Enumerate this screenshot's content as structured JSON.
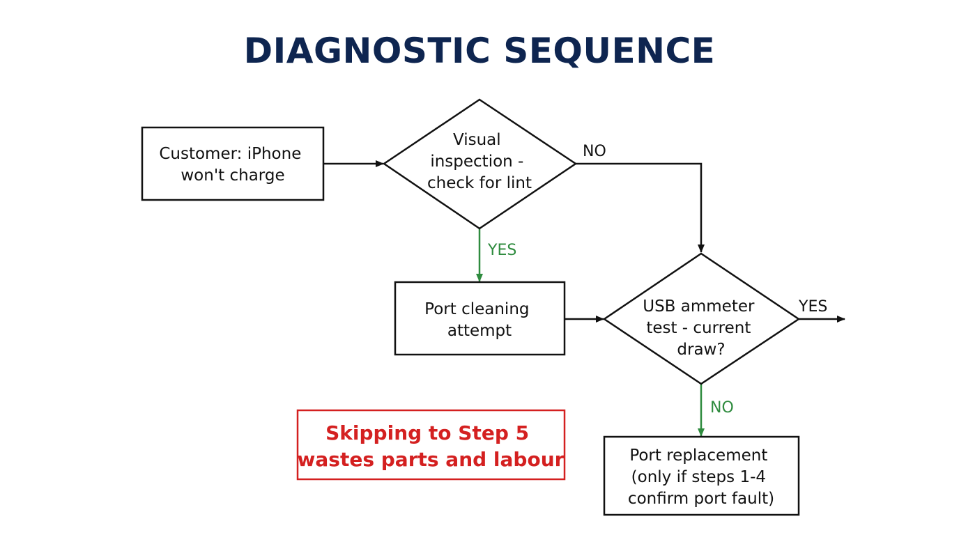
{
  "title": "DIAGNOSTIC SEQUENCE",
  "colors": {
    "title": "#0e2550",
    "line": "#111111",
    "yes_no_green": "#2e8b3e",
    "warning_red": "#d42020"
  },
  "nodes": {
    "start": {
      "line1": "Customer: iPhone",
      "line2": "won't charge"
    },
    "visual": {
      "line1": "Visual",
      "line2": "inspection -",
      "line3": "check for lint"
    },
    "cleaning": {
      "line1": "Port cleaning",
      "line2": "attempt"
    },
    "ammeter": {
      "line1": "USB ammeter",
      "line2": "test - current",
      "line3": "draw?"
    },
    "replacement": {
      "line1": "Port replacement",
      "line2": "(only if steps 1-4",
      "line3": "confirm port fault)"
    }
  },
  "edges": {
    "visual_no": "NO",
    "visual_yes": "YES",
    "ammeter_yes": "YES",
    "ammeter_no": "NO"
  },
  "warning": {
    "line1": "Skipping to Step 5",
    "line2": "wastes parts and labour"
  }
}
